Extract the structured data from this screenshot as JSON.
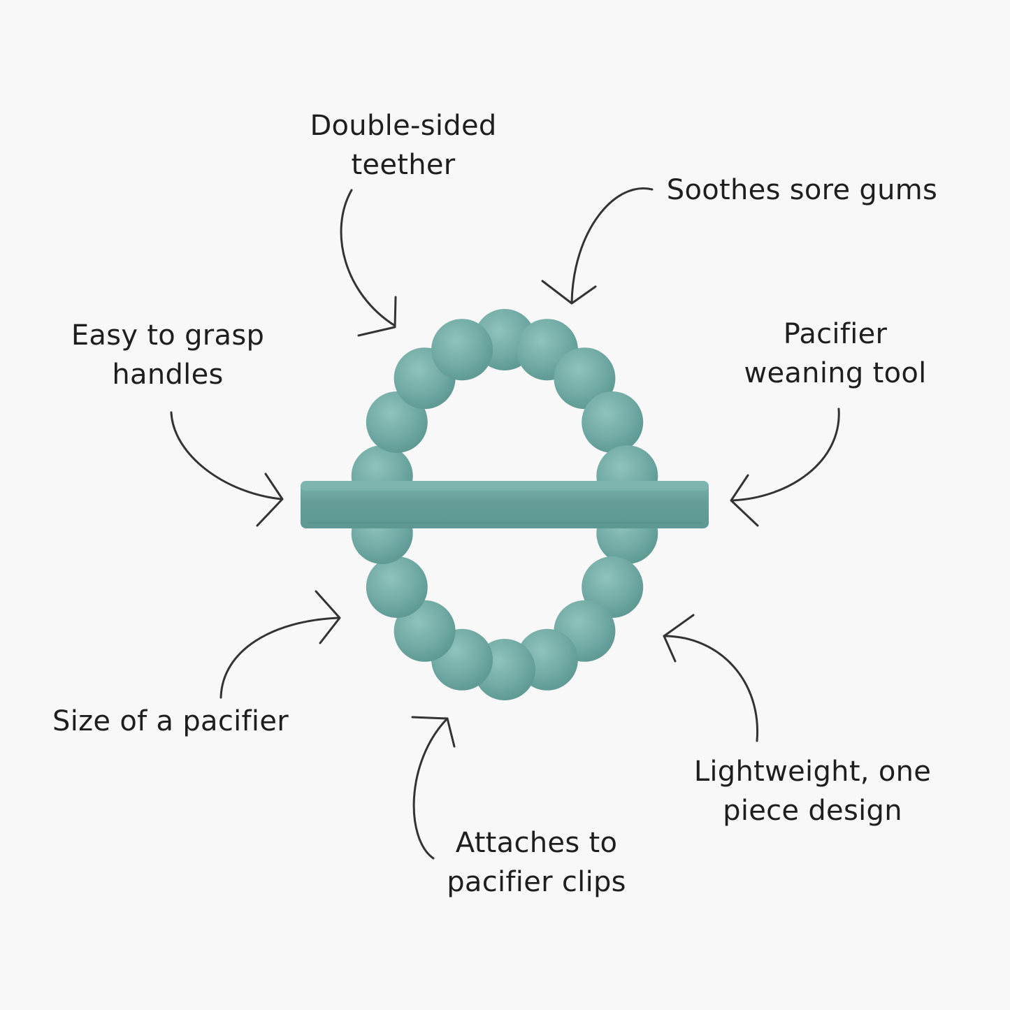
{
  "labels": {
    "double_sided": [
      "Double-sided",
      "teether"
    ],
    "soothes": [
      "Soothes sore gums"
    ],
    "easy_grasp": [
      "Easy to grasp",
      "handles"
    ],
    "weaning": [
      "Pacifier",
      "weaning tool"
    ],
    "size": [
      "Size of a pacifier"
    ],
    "lightweight": [
      "Lightweight, one",
      "piece design"
    ],
    "attaches": [
      "Attaches to",
      "pacifier clips"
    ]
  },
  "colors": {
    "background": "#f8f8f8",
    "teether": "#6fa8a2",
    "teether_shadow": "#5a928c",
    "teether_highlight": "#8fc2bc",
    "text": "#1e1e1e",
    "arrow": "#333333"
  },
  "icons": {
    "product": "teether-ring-with-handle-bar",
    "pointer": "hand-drawn-curved-arrow"
  }
}
